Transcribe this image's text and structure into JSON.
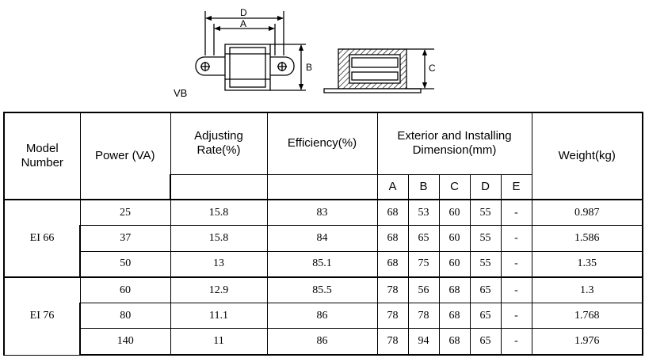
{
  "diagram": {
    "label_vb": "VB",
    "dim_labels": {
      "d": "D",
      "a": "A",
      "b": "B",
      "c": "C"
    }
  },
  "table": {
    "headers": {
      "model": [
        "Model",
        "Number"
      ],
      "power": "Power  (VA)",
      "adjusting": [
        "Adjusting",
        "Rate(%)"
      ],
      "efficiency": "Efficiency(%)",
      "dimension": [
        "Exterior and Installing",
        "Dimension(mm)"
      ],
      "weight": "Weight(kg)",
      "dim_cols": [
        "A",
        "B",
        "C",
        "D",
        "E"
      ]
    },
    "groups": [
      {
        "model": "EI 66",
        "rows": [
          {
            "power": "25",
            "adjusting": "15.8",
            "efficiency": "83",
            "a": "68",
            "b": "53",
            "c": "60",
            "d": "55",
            "e": "-",
            "weight": "0.987"
          },
          {
            "power": "37",
            "adjusting": "15.8",
            "efficiency": "84",
            "a": "68",
            "b": "65",
            "c": "60",
            "d": "55",
            "e": "-",
            "weight": "1.586"
          },
          {
            "power": "50",
            "adjusting": "13",
            "efficiency": "85.1",
            "a": "68",
            "b": "75",
            "c": "60",
            "d": "55",
            "e": "-",
            "weight": "1.35"
          }
        ]
      },
      {
        "model": "EI 76",
        "rows": [
          {
            "power": "60",
            "adjusting": "12.9",
            "efficiency": "85.5",
            "a": "78",
            "b": "56",
            "c": "68",
            "d": "65",
            "e": "-",
            "weight": "1.3"
          },
          {
            "power": "80",
            "adjusting": "11.1",
            "efficiency": "86",
            "a": "78",
            "b": "78",
            "c": "68",
            "d": "65",
            "e": "-",
            "weight": "1.768"
          },
          {
            "power": "140",
            "adjusting": "11",
            "efficiency": "86",
            "a": "78",
            "b": "94",
            "c": "68",
            "d": "65",
            "e": "-",
            "weight": "1.976"
          }
        ]
      }
    ]
  }
}
